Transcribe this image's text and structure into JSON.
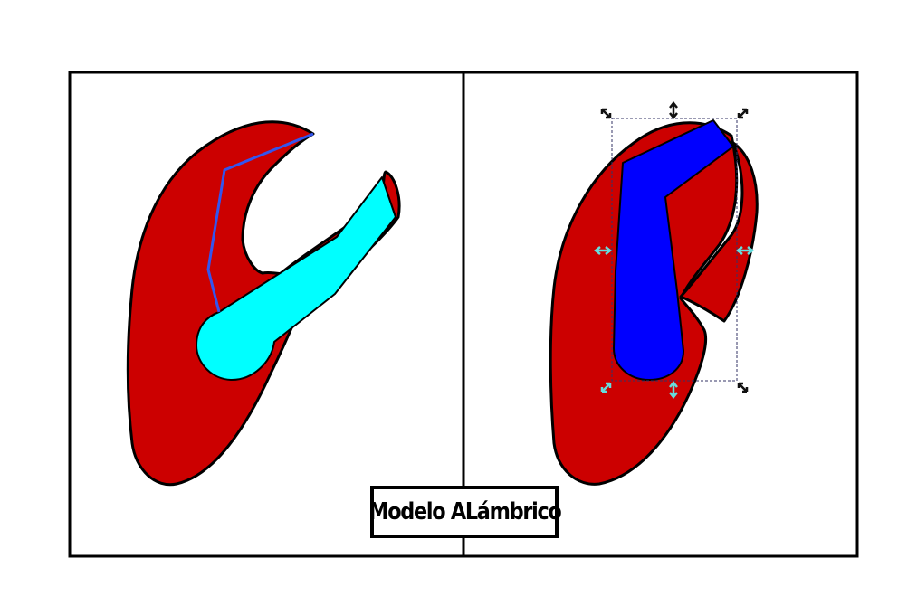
{
  "caption": {
    "label": "Modelo ALámbrico"
  },
  "colors": {
    "frame": "#000000",
    "shape_fill": "#cc0000",
    "left_overlay": "#00ffff",
    "right_overlay": "#0000ff",
    "wire_line": "#3355ee",
    "handle_arrow": "#111111",
    "handle_arrow_alt": "#66dddd",
    "selection_box": "#333366"
  },
  "panels": [
    {
      "id": "left",
      "content": "filled shape with cyan overlay and wire outline"
    },
    {
      "id": "right",
      "content": "filled shape with blue overlay and selection handles"
    }
  ]
}
